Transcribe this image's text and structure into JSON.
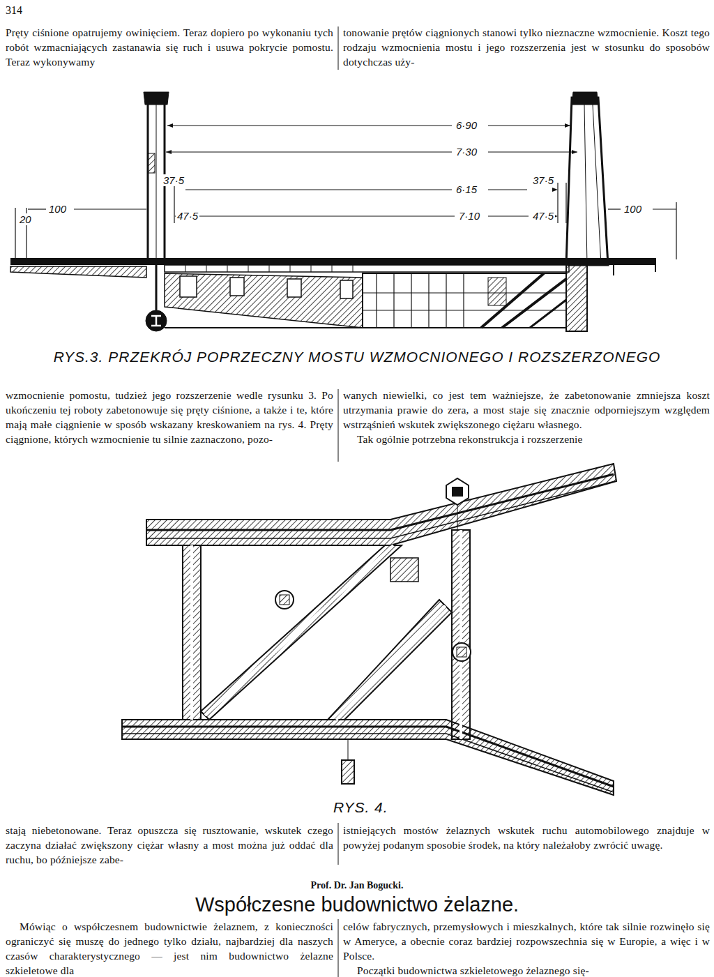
{
  "diagram": {
    "title": "Współczesne budownictwo żelazne.",
    "labels": [
      "314",
      "Pręty ciśnione opatrujemy owinięciem. Teraz dopiero po wykonaniu tych robót wzmacniających zastanawia się ruch i usuwa pokrycie pomostu. Teraz wykonywamy",
      "tonowanie prętów ciągnionych stanowi tylko nieznaczne wzmocnienie. Koszt tego rodzaju wzmocnienia mostu i jego rozszerzenia jest w stosunku do sposobów dotychczas uży-",
      "6·90",
      "7·30",
      "37·5",
      "6·15",
      "37·5",
      "20",
      "100",
      "47·5",
      "7·10",
      "47·5",
      "100",
      "RYS.3. PRZEKRÓJ POPRZECZNY MOSTU WZMOCNIONEGO I ROZSZERZONEGO",
      "wzmocnienie pomostu, tudzież jego rozszerzenie wedle rysunku 3. Po ukończeniu tej roboty zabetonowuje się pręty ciśnione, a także i te, które mają małe ciągnienie w sposób wskazany kreskowaniem na rys. 4. Pręty ciągnione, których wzmocnienie tu silnie zaznaczono, pozo-",
      "wanych niewielki, co jest tem ważniejsze, że zabetonowanie zmniejsza koszt utrzymania prawie do zera, a most staje się znacznie odporniejszym względem wstrząśnień wskutek zwiększonego ciężaru własnego.",
      "Tak ogólnie potrzebna rekonstrukcja i rozszerzenie",
      "RYS. 4.",
      "stają niebetonowane. Teraz opuszcza się rusztowanie, wskutek czego zaczyna działać zwiększony ciężar własny a most można już oddać dla ruchu, bo późniejsze zabe-",
      "istniejących mostów żelaznych wskutek ruchu automobilowego znajduje w powyżej podanym sposobie środek, na który należałoby zwrócić uwagę.",
      "Prof. Dr. Jan Bogucki.",
      "Mówiąc o współczesnem budownictwie żelaznem, z konieczności ograniczyć się muszę do jednego tylko działu, najbardziej dla naszych czasów charakterystycznego — jest nim budownictwo żelazne szkieletowe dla",
      "celów fabrycznych, przemysłowych i mieszkalnych, które tak silnie rozwinęło się w Ameryce, a obecnie coraz bardziej rozpowszechnia się w Europie, a więc i w Polsce.",
      "Początki budownictwa szkieletowego żelaznego się-"
    ]
  }
}
